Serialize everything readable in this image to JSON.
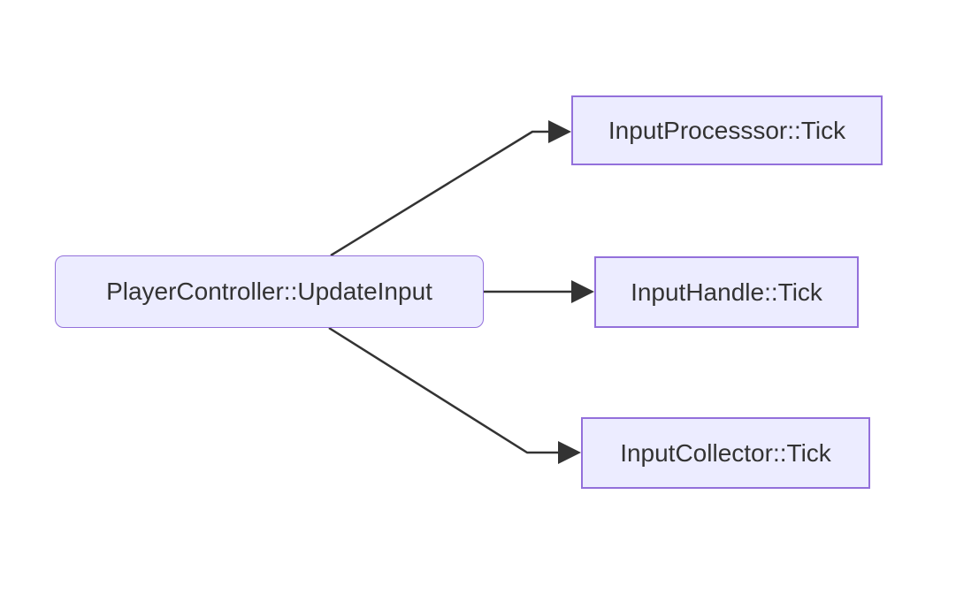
{
  "diagram": {
    "type": "flowchart",
    "direction": "LR",
    "colors": {
      "node_fill": "#ECECFF",
      "node_border": "#9370DB",
      "edge": "#333333",
      "text": "#333333",
      "background": "#FFFFFF"
    },
    "nodes": [
      {
        "id": "source",
        "label": "PlayerController::UpdateInput",
        "shape": "rounded-rect"
      },
      {
        "id": "processor",
        "label": "InputProcesssor::Tick",
        "shape": "rect"
      },
      {
        "id": "handle",
        "label": "InputHandle::Tick",
        "shape": "rect"
      },
      {
        "id": "collector",
        "label": "InputCollector::Tick",
        "shape": "rect"
      }
    ],
    "edges": [
      {
        "from": "PlayerController::UpdateInput",
        "to": "InputProcesssor::Tick",
        "arrow": "filled-triangle"
      },
      {
        "from": "PlayerController::UpdateInput",
        "to": "InputHandle::Tick",
        "arrow": "filled-triangle"
      },
      {
        "from": "PlayerController::UpdateInput",
        "to": "InputCollector::Tick",
        "arrow": "filled-triangle"
      }
    ]
  }
}
